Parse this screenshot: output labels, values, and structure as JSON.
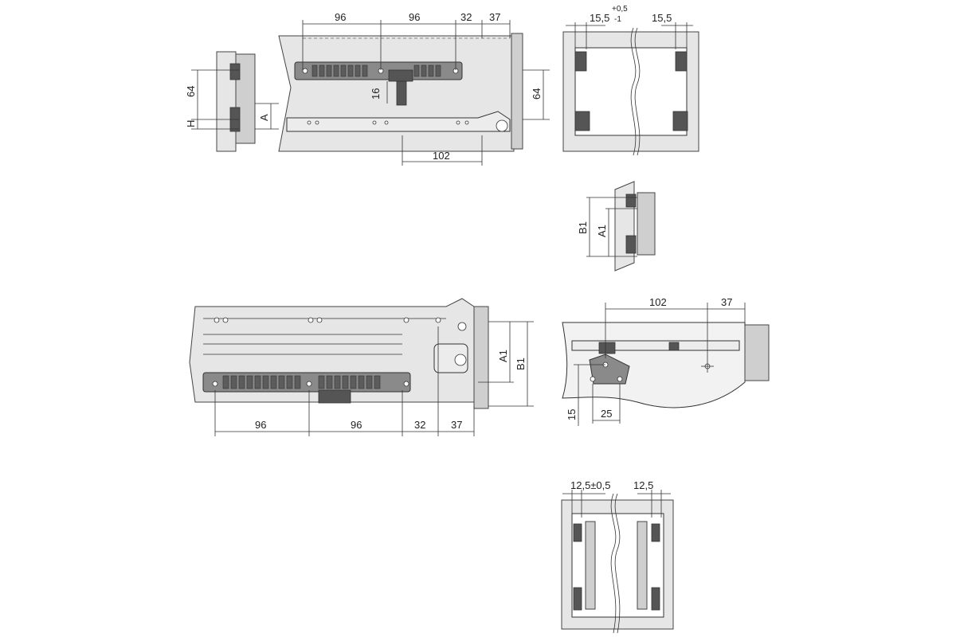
{
  "dimensions": {
    "d96": "96",
    "d32": "32",
    "d37": "37",
    "d64": "64",
    "d16": "16",
    "d102": "102",
    "d15": "15",
    "d25": "25",
    "d15_5": "15,5",
    "tol_plus": "+0,5",
    "tol_minus": "-1",
    "d12_5_tol": "12,5±0,5",
    "d12_5": "12,5"
  },
  "labels": {
    "H": "H",
    "A": "A",
    "A1": "A1",
    "B1": "B1"
  },
  "colors": {
    "line": "#333333",
    "panel": "#e6e6e6",
    "damper": "#8a8a8a"
  }
}
